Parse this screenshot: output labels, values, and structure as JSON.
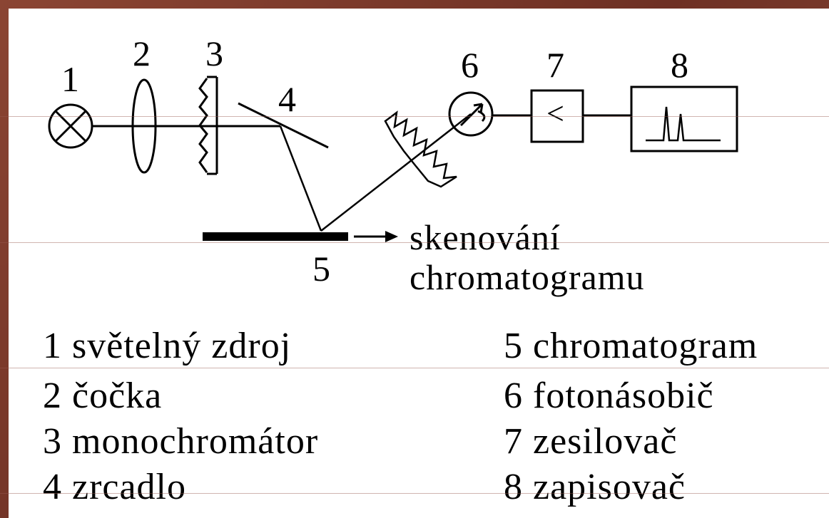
{
  "components": [
    {
      "number": "1",
      "name": "světelný zdroj"
    },
    {
      "number": "2",
      "name": "čočka"
    },
    {
      "number": "3",
      "name": "monochromátor"
    },
    {
      "number": "4",
      "name": "zrcadlo"
    },
    {
      "number": "5",
      "name": "chromatogram"
    },
    {
      "number": "6",
      "name": "fotonásobič"
    },
    {
      "number": "7",
      "name": "zesilovač"
    },
    {
      "number": "8",
      "name": "zapisovač"
    }
  ],
  "scan_label_line1": "skenování",
  "scan_label_line2": "chromatogramu",
  "amplifier_symbol": "<",
  "legend": [
    "1 světelný zdroj",
    "2 čočka",
    "3 monochromátor",
    "4 zrcadlo",
    "5 chromatogram",
    "6 fotonásobič",
    "7 zesilovač",
    "8 zapisovač"
  ]
}
